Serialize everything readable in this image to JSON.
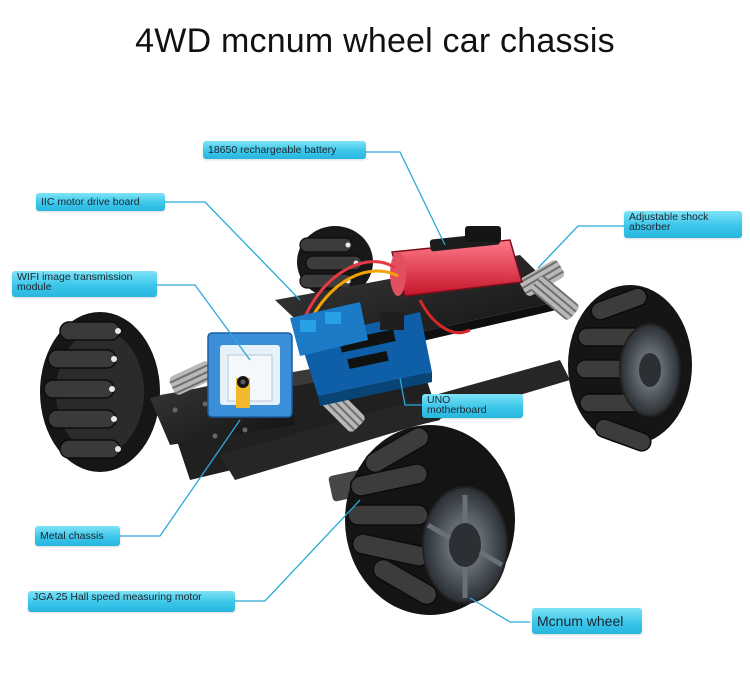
{
  "title": "4WD mcnum wheel car chassis",
  "labels": {
    "battery": "18650 rechargeable battery",
    "iic": "IIC motor drive board",
    "wifi": "WIFI image transmission module",
    "shock": "Adjustable shock absorber",
    "uno": "UNO motherboard",
    "chassis": "Metal chassis",
    "motor": "JGA 25 Hall speed measuring motor",
    "wheel": "Mcnum wheel"
  },
  "colors": {
    "callout": "#3cc6ea",
    "line": "#2aa9d8",
    "chassis": "#1a1a1a",
    "battery": "#e63946"
  }
}
